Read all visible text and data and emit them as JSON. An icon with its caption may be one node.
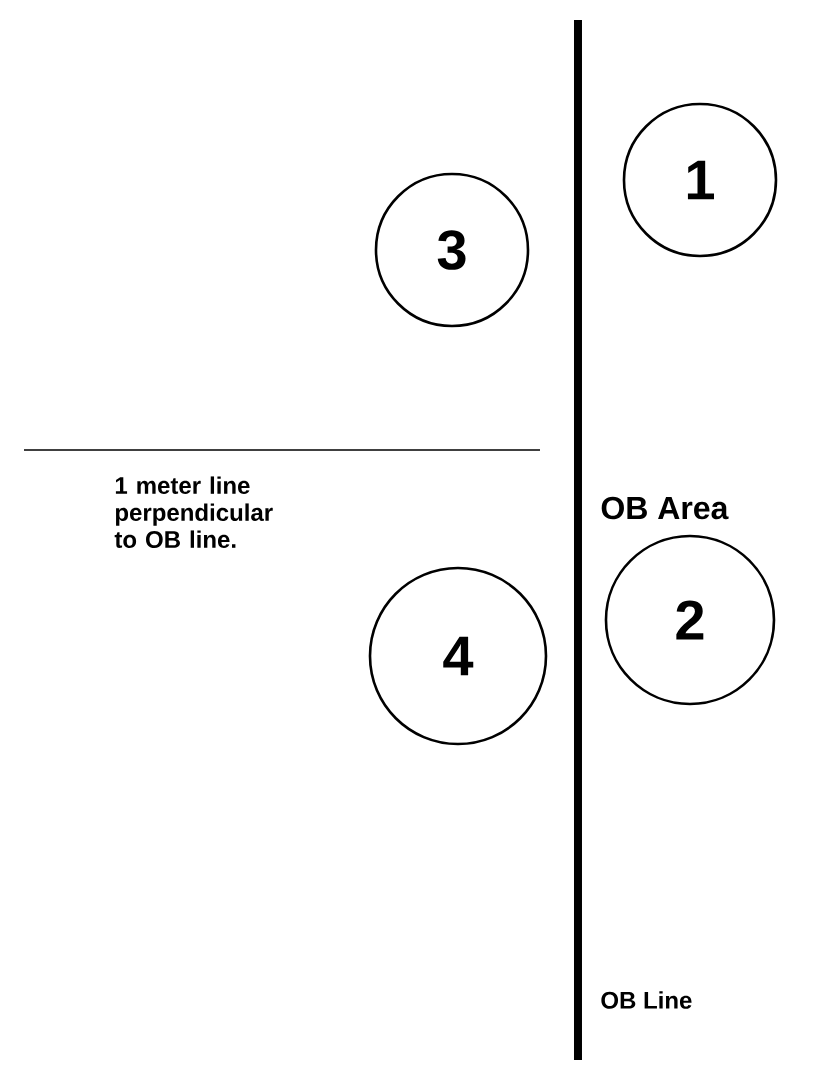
{
  "diagram": {
    "nodes": [
      {
        "text": [
          "1"
        ]
      },
      {
        "text": [
          "3"
        ]
      },
      {
        "text": [
          "2"
        ]
      },
      {
        "text": [
          "4"
        ]
      }
    ],
    "labels": [
      "OB Area",
      "1 meter line perpendicular to OB line.",
      "OB Line"
    ]
  }
}
